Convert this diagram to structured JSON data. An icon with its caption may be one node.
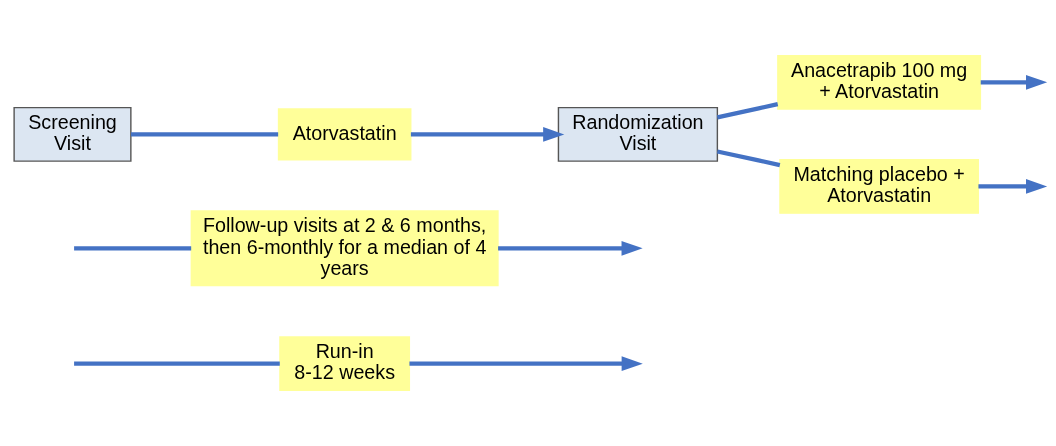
{
  "diagram": {
    "nodes": [
      {
        "text": [
          "Run-in 8-12 weeks"
        ]
      },
      {
        "text": [
          "Follow-up visits at 2 & 6 months, then 6-monthly for a median of 4 years"
        ]
      },
      {
        "text": [
          "Screening Visit"
        ]
      },
      {
        "text": [
          "Atorvastatin"
        ]
      },
      {
        "text": [
          "Randomization Visit"
        ]
      },
      {
        "text": [
          "Anacetrapib 100 mg + Atorvastatin"
        ]
      },
      {
        "text": [
          "Matching placebo + Atorvastatin"
        ]
      }
    ],
    "edges": [
      {
        "from": 0,
        "to": null,
        "arrow": "to"
      },
      {
        "from": null,
        "to": 0,
        "arrow": "none"
      },
      {
        "from": 1,
        "to": null,
        "arrow": "to"
      },
      {
        "from": null,
        "to": 1,
        "arrow": "none"
      },
      {
        "from": 2,
        "to": 3,
        "arrow": "none"
      },
      {
        "from": 3,
        "to": 4,
        "arrow": "to"
      },
      {
        "from": 4,
        "to": 5,
        "arrow": "none"
      },
      {
        "from": 5,
        "to": null,
        "arrow": "to"
      },
      {
        "from": 4,
        "to": 6,
        "arrow": "none"
      },
      {
        "from": 6,
        "to": null,
        "arrow": "to"
      }
    ]
  }
}
